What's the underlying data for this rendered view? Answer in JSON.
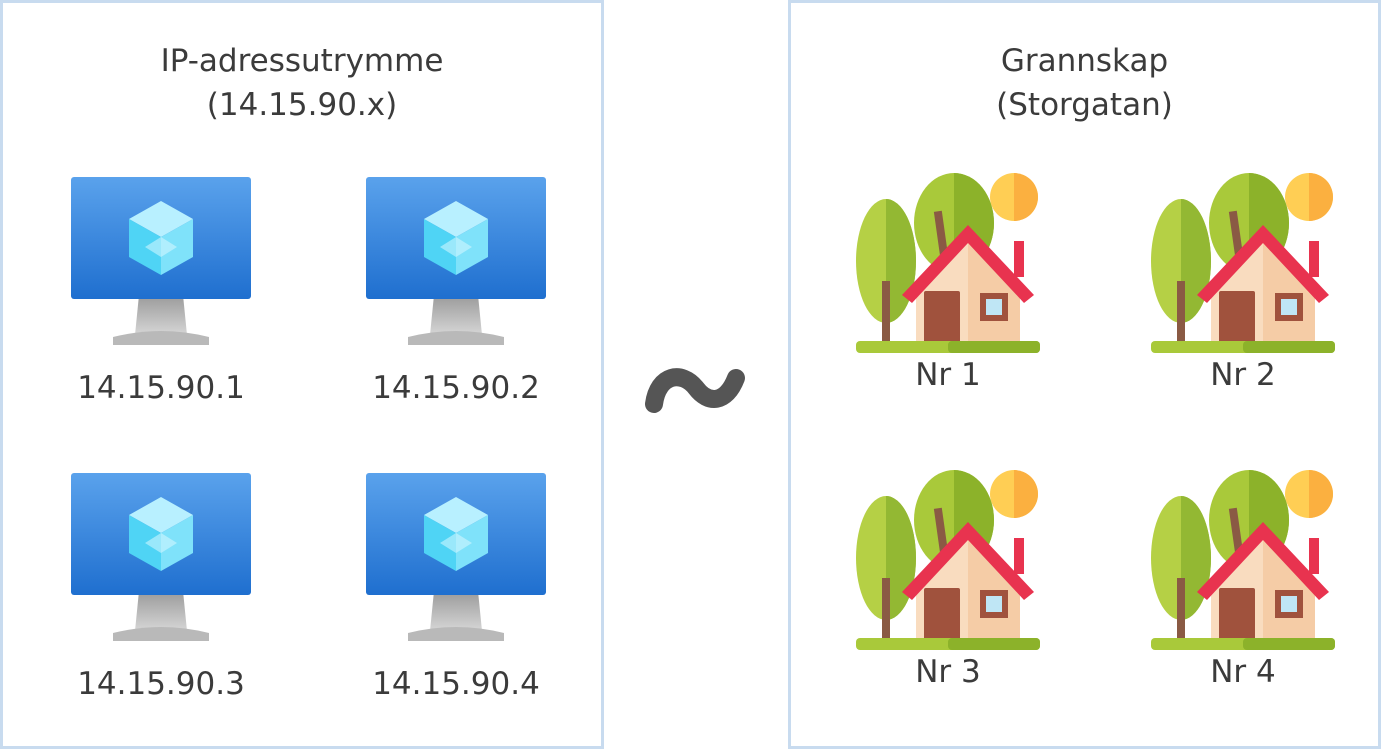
{
  "left_panel": {
    "title_line1": "IP-adressutrymme",
    "title_line2": "(14.15.90.x)",
    "items": [
      {
        "label": "14.15.90.1",
        "icon": "virtual-machine-icon"
      },
      {
        "label": "14.15.90.2",
        "icon": "virtual-machine-icon"
      },
      {
        "label": "14.15.90.3",
        "icon": "virtual-machine-icon"
      },
      {
        "label": "14.15.90.4",
        "icon": "virtual-machine-icon"
      }
    ]
  },
  "right_panel": {
    "title_line1": "Grannskap",
    "title_line2": "(Storgatan)",
    "items": [
      {
        "label": "Nr 1",
        "icon": "house-icon"
      },
      {
        "label": "Nr 2",
        "icon": "house-icon"
      },
      {
        "label": "Nr 3",
        "icon": "house-icon"
      },
      {
        "label": "Nr 4",
        "icon": "house-icon"
      }
    ]
  },
  "connector_icon": "tilde-icon",
  "colors": {
    "panel_border": "#c8dbef",
    "monitor_blue": "#2f7fd8",
    "roof_red": "#e8334f",
    "tree_green": "#a9c93a",
    "sun_orange": "#ffb347"
  }
}
